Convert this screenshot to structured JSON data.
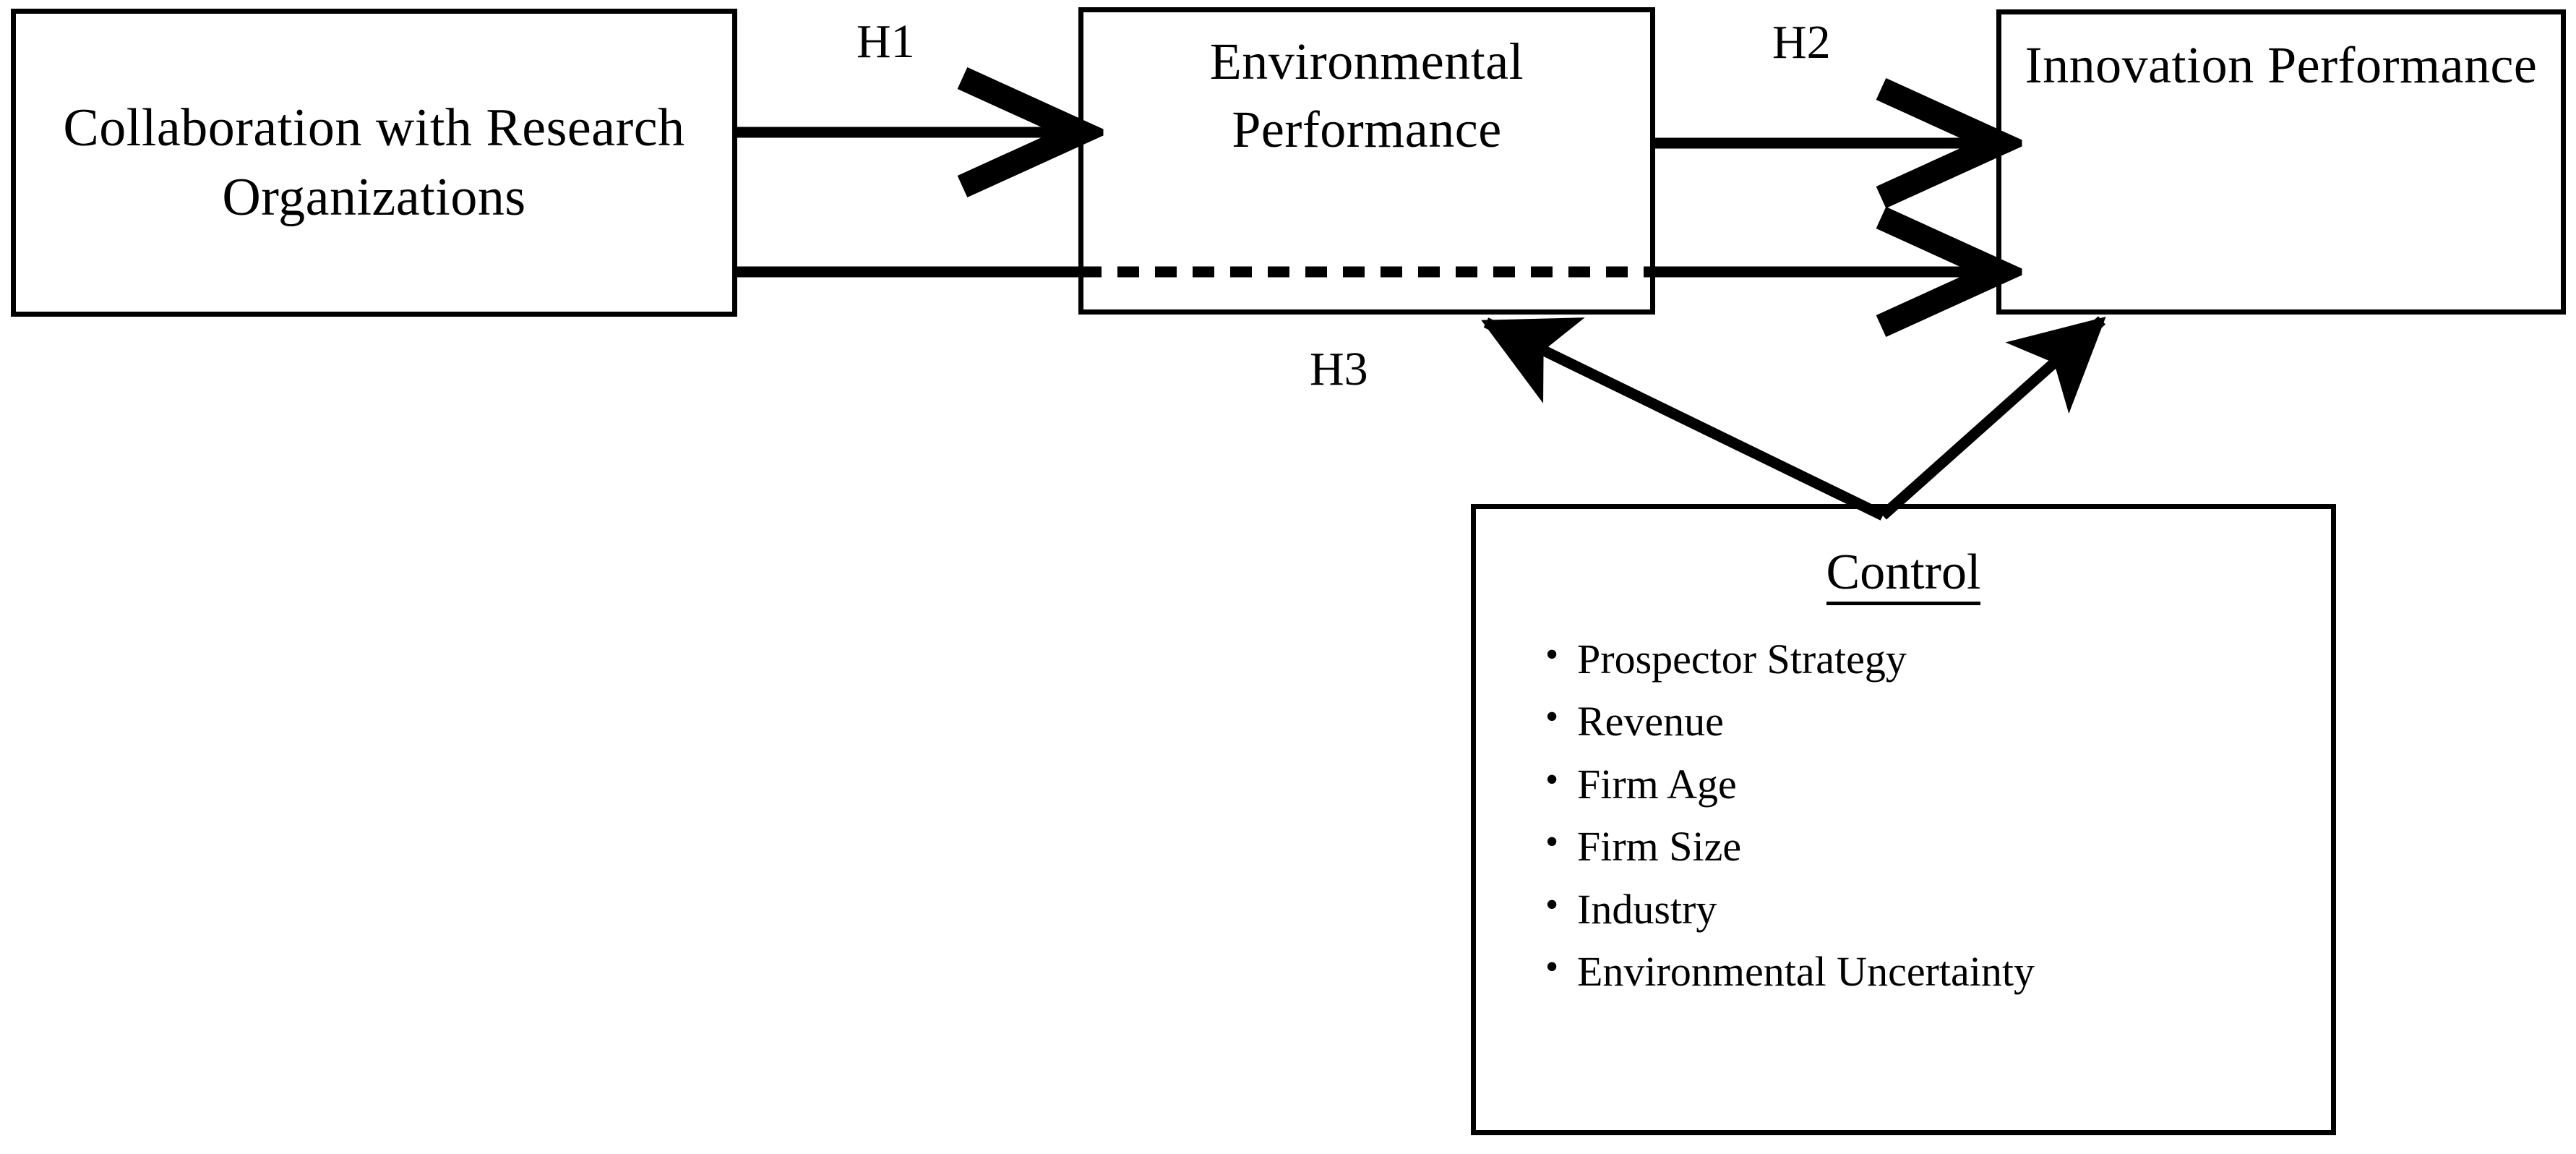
{
  "diagram": {
    "type": "research-model",
    "title": "",
    "background_color": "#ffffff",
    "line_color": "#000000",
    "nodes": [
      {
        "id": "collaboration",
        "label": "Collaboration with Research Organizations",
        "role": "independent-variable"
      },
      {
        "id": "environmental",
        "label": "Environmental Performance",
        "role": "mediator-variable"
      },
      {
        "id": "innovation",
        "label": "Innovation Performance",
        "role": "dependent-variable"
      }
    ],
    "control": {
      "title": "Control",
      "items": [
        "Prospector Strategy",
        "Revenue",
        "Firm Age",
        "Firm Size",
        "Industry",
        "Environmental Uncertainty"
      ]
    },
    "hypotheses": [
      {
        "id": "h1",
        "label": "H1",
        "from": "collaboration",
        "to": "environmental",
        "style": "solid"
      },
      {
        "id": "h2",
        "label": "H2",
        "from": "environmental",
        "to": "innovation",
        "style": "solid"
      },
      {
        "id": "h3",
        "label": "H3",
        "from": "collaboration",
        "to": "innovation",
        "style": "solid-with-dashed-crossing"
      }
    ],
    "control_links": [
      {
        "from": "control",
        "to": "environmental"
      },
      {
        "from": "control",
        "to": "innovation"
      }
    ]
  }
}
